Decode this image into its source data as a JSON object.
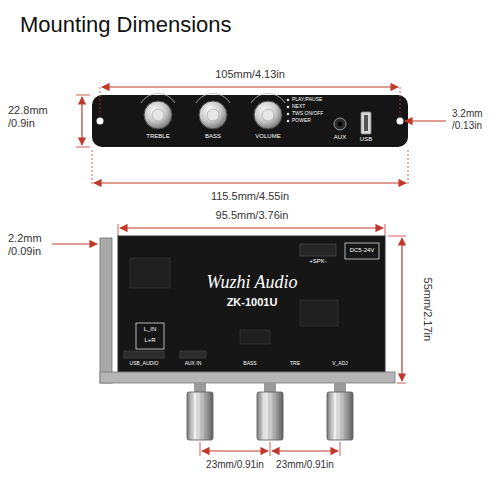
{
  "diagram": {
    "title": "Mounting Dimensions",
    "labels": [
      "105mm/4.13in",
      "22.8mm /0.9in",
      "3.2mm /0.13in",
      "TREBLE",
      "BASS",
      "VOLUME",
      "PLAY/PAUSE",
      "NEXT",
      "TWS ON/OFF",
      "POWER",
      "AUX",
      "USB",
      "115.5mm/4.55in",
      "95.5mm/3.76in",
      "2.2mm /0.09in",
      "55mm/2.17in",
      "DC5-24V",
      "+SPK-",
      "Wuzhi Audio",
      "ZK-1001U",
      "L_IN",
      "L+R",
      "USB_AUDIO",
      "AUX IN",
      "BASS",
      "TRE",
      "V_ADJ",
      "23mm/0.91in",
      "23mm/0.91in"
    ]
  }
}
